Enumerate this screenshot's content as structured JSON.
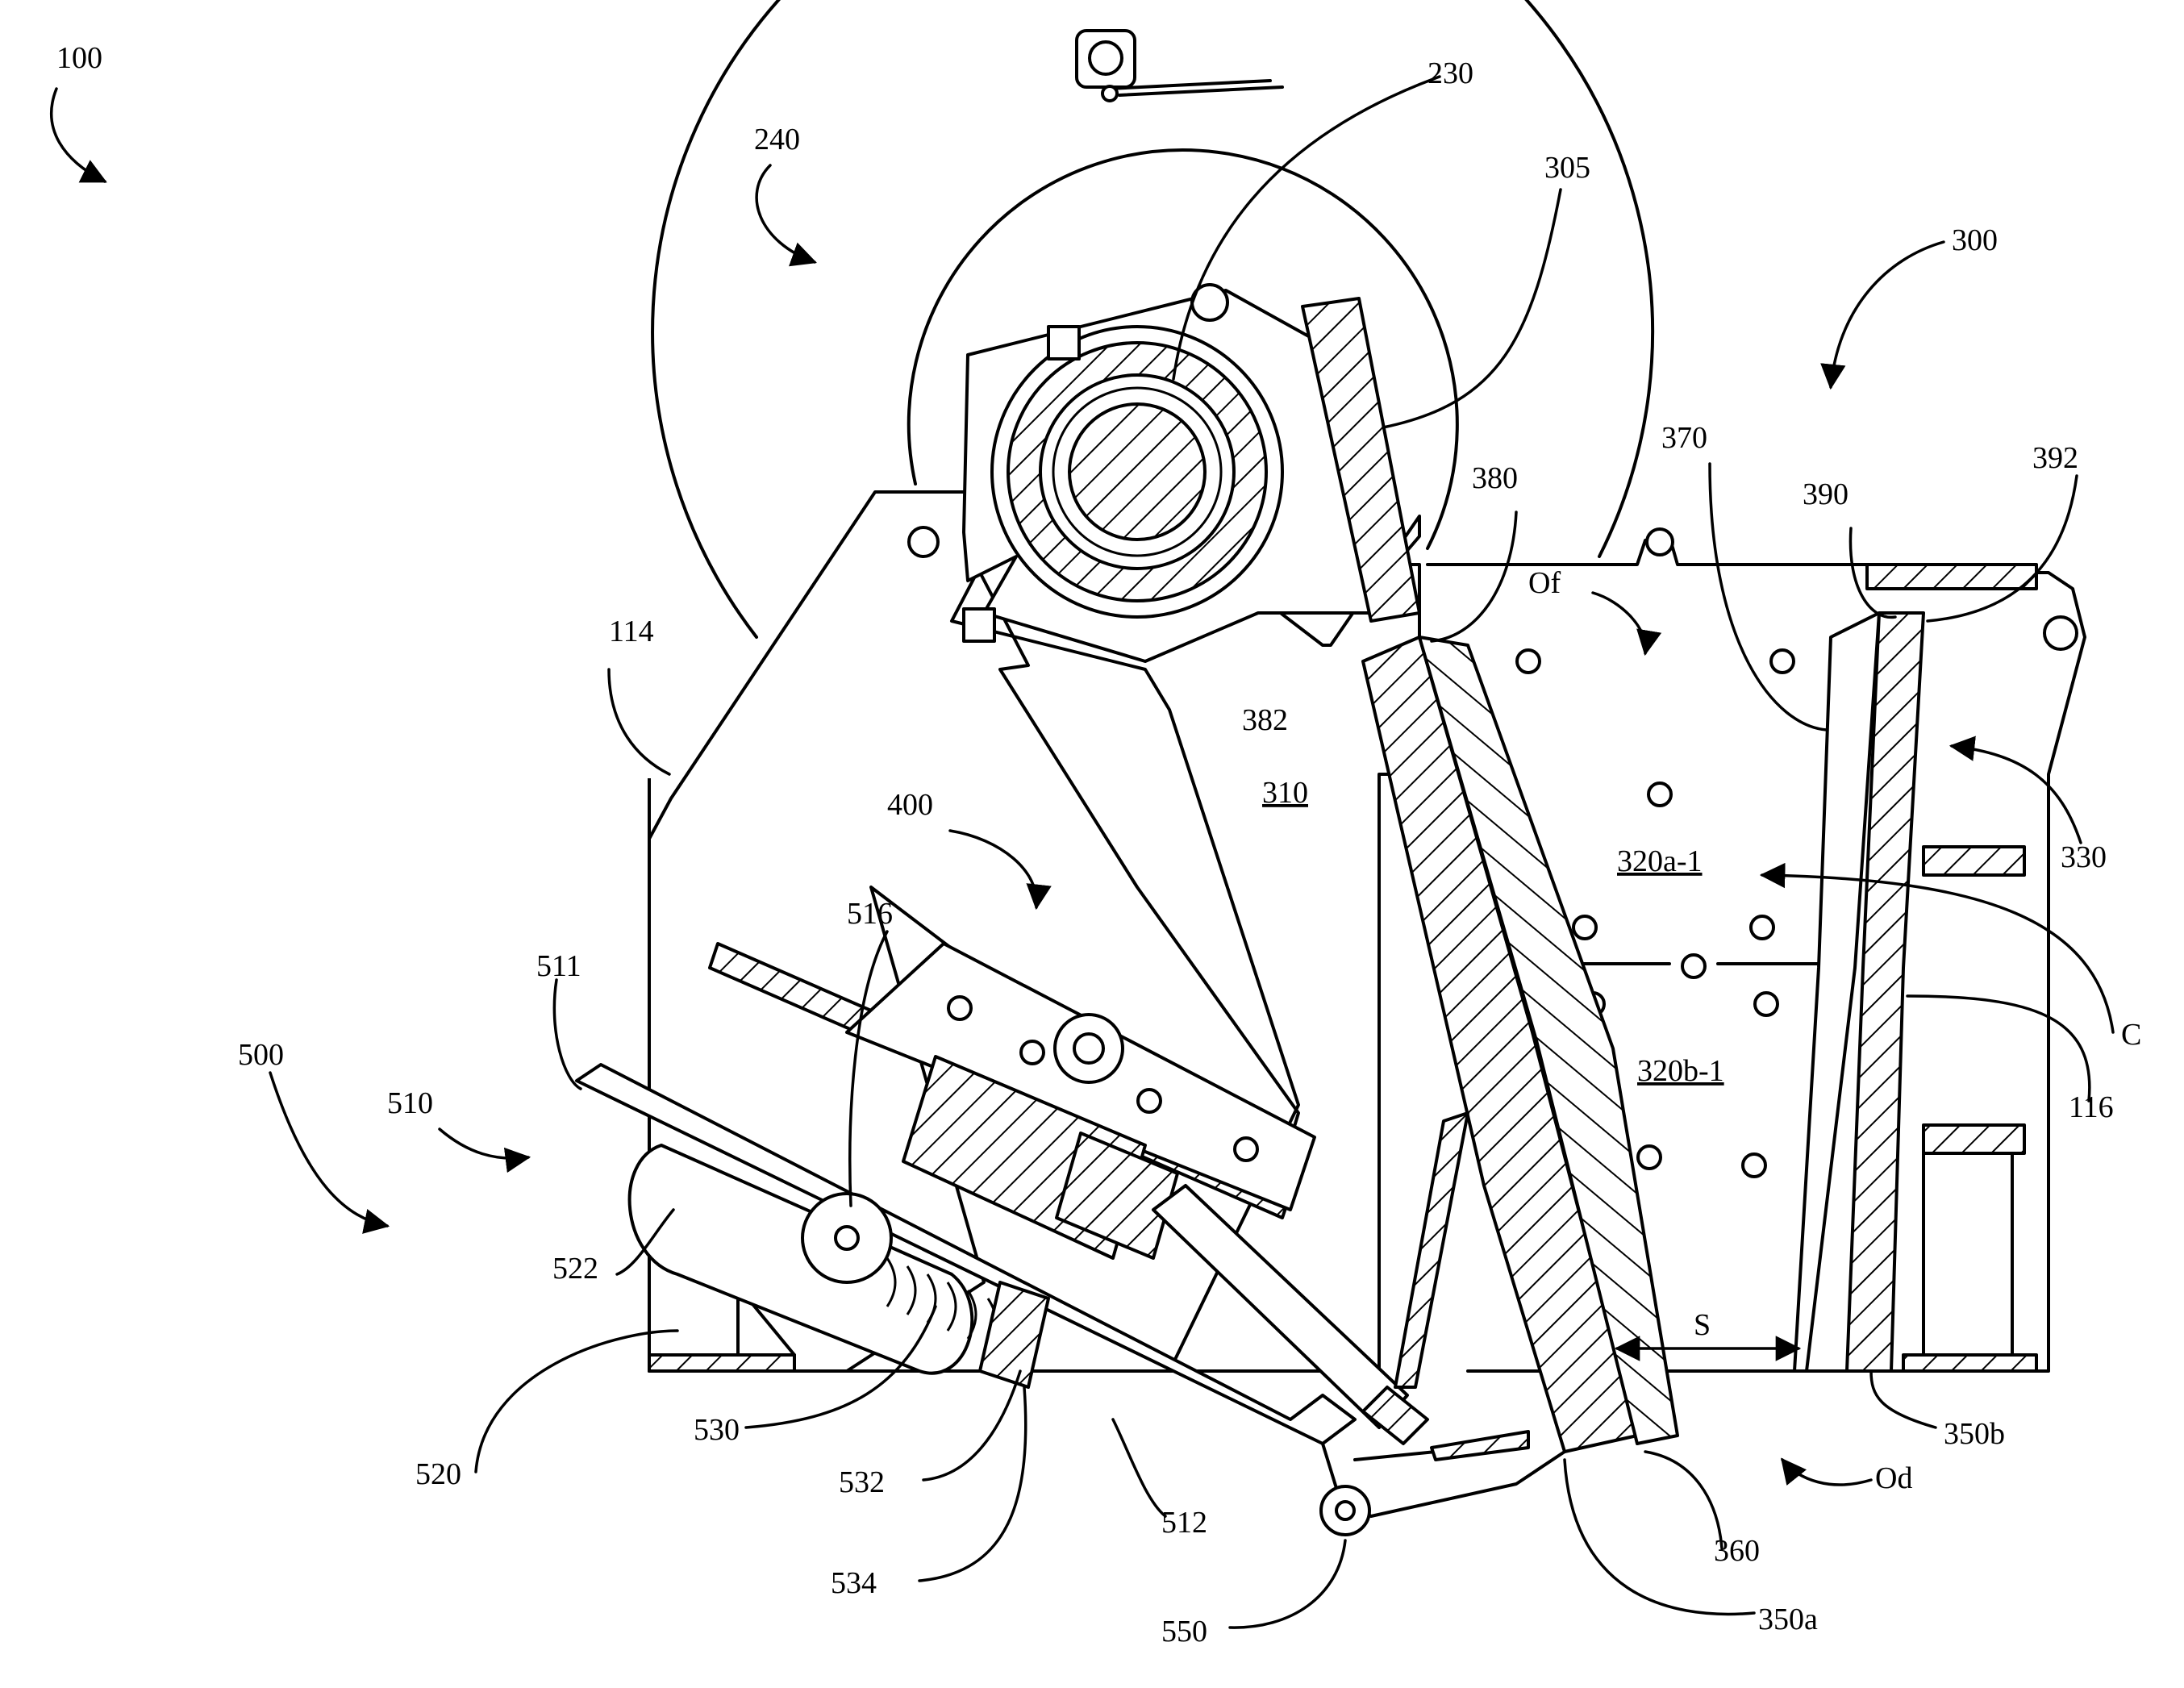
{
  "labels": {
    "l100": "100",
    "l240": "240",
    "l230": "230",
    "l305": "305",
    "l300": "300",
    "l370": "370",
    "l390": "390",
    "l392": "392",
    "l380": "380",
    "l382": "382",
    "lOf": "Of",
    "l114": "114",
    "l310": "310",
    "l320a1": "320a-1",
    "l320b1": "320b-1",
    "l330": "330",
    "lC": "C",
    "l116": "116",
    "l400": "400",
    "l516": "516",
    "l511": "511",
    "l500": "500",
    "l510": "510",
    "l522": "522",
    "l520": "520",
    "l530": "530",
    "l532": "532",
    "l534": "534",
    "l512": "512",
    "l550": "550",
    "lS": "S",
    "l350b": "350b",
    "lOd": "Od",
    "l360": "360",
    "l350a": "350a"
  }
}
